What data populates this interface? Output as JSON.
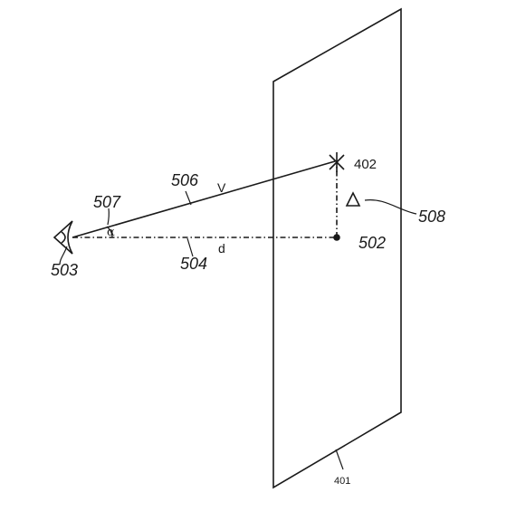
{
  "labels": {
    "ref_402": "402",
    "ref_502": "502",
    "ref_503": "503",
    "ref_504": "504",
    "ref_506": "506",
    "ref_507": "507",
    "ref_508": "508",
    "ref_401": "401",
    "sym_v": "V",
    "sym_d": "d",
    "sym_alpha": "α"
  }
}
